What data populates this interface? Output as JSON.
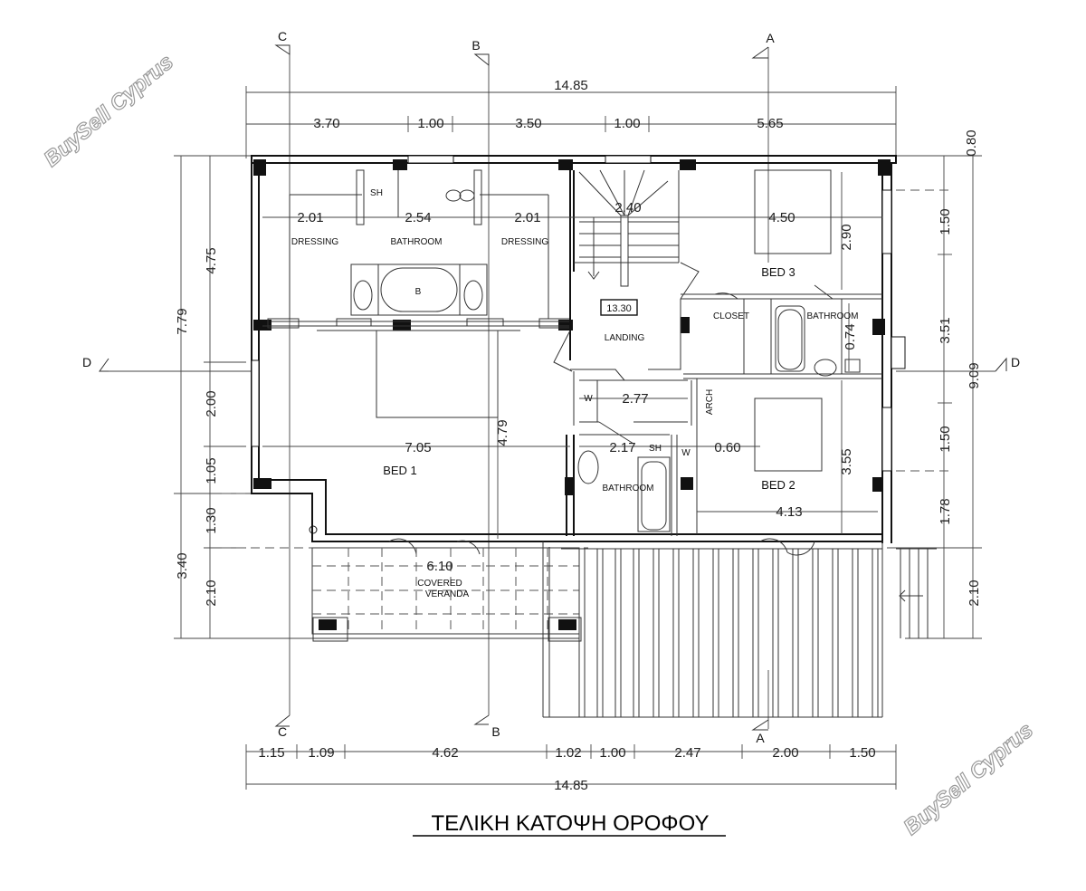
{
  "drawing": {
    "title": "ΤΕΛΙΚΗ ΚΑΤΟΨΗ ΟΡΟΦΟΥ",
    "watermark": "BuySell Cyprus"
  },
  "sections": {
    "a_top": "A",
    "b_top": "B",
    "c_top": "C",
    "a_bottom": "A",
    "b_bottom": "B",
    "c_bottom": "C",
    "d_left": "D",
    "d_right": "D"
  },
  "dimensions": {
    "top_total": "14.85",
    "top_1": "3.70",
    "top_2": "1.00",
    "top_3": "3.50",
    "top_4": "1.00",
    "top_5": "5.65",
    "right_top": "0.80",
    "bottom_total": "14.85",
    "bottom_1": "1.15",
    "bottom_2": "1.09",
    "bottom_3": "4.62",
    "bottom_4": "1.02",
    "bottom_5": "1.00",
    "bottom_6": "2.47",
    "bottom_7": "2.00",
    "bottom_8": "1.50",
    "left_overall": "7.79",
    "left_overall_2": "3.40",
    "left_1": "4.75",
    "left_2": "2.00",
    "left_3": "1.05",
    "left_4": "1.30",
    "left_5": "2.10",
    "right_overall": "9.09",
    "right_1": "1.50",
    "right_2": "3.51",
    "right_3": "1.50",
    "right_4": "1.78",
    "right_5": "2.10",
    "in_dressing_l": "2.01",
    "in_bath": "2.54",
    "in_dressing_r": "2.01",
    "in_stair": "2.40",
    "in_bed3_w": "4.50",
    "in_bed3_h": "2.90",
    "in_bath2_h": "0.74",
    "in_bed1_w": "7.05",
    "in_bed1_h": "4.79",
    "in_corr": "2.77",
    "in_bath3_w": "2.17",
    "in_w": "0.60",
    "in_bed2_h": "3.55",
    "in_bed2_w": "4.13",
    "in_veranda": "6.10"
  },
  "rooms": {
    "dressing_l": "DRESSING",
    "bathroom_master": "BATHROOM",
    "dressing_r": "DRESSING",
    "shower": "SH",
    "bath_b": "B",
    "bed1": "BED 1",
    "bed2": "BED 2",
    "bed3": "BED 3",
    "landing": "LANDING",
    "landing_level": "13.30",
    "closet": "CLOSET",
    "bathroom_bed3": "BATHROOM",
    "bathroom_small": "BATHROOM",
    "sh_small": "SH",
    "w_1": "W",
    "w_2": "W",
    "arch": "ARCH",
    "veranda_1": "COVERED",
    "veranda_2": "VERANDA"
  }
}
